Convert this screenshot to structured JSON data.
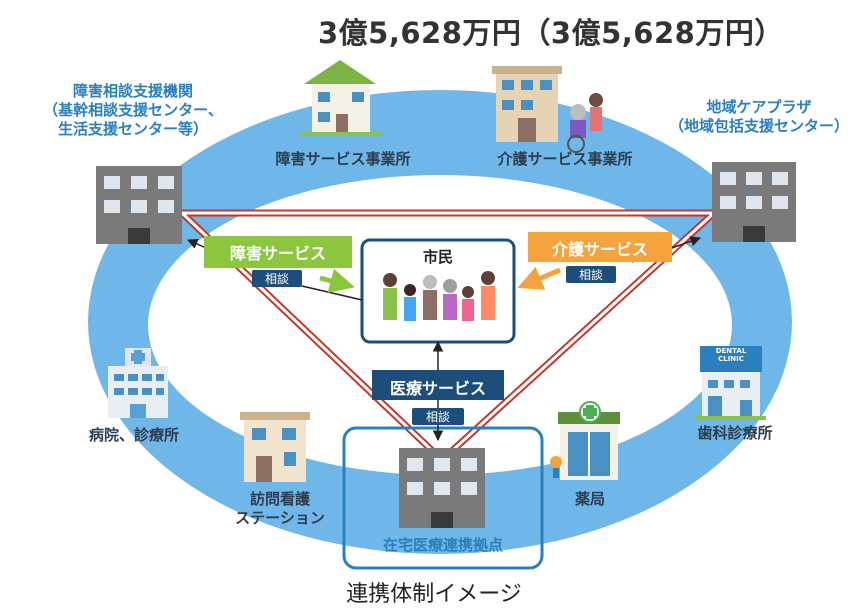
{
  "title": "3億5,628万円（3億5,628万円）",
  "caption": "連携体制イメージ",
  "center": {
    "label": "市民"
  },
  "nodes": {
    "disability_consult": {
      "lines": [
        "障害相談支援機関",
        "（基幹相談支援センター、",
        "生活支援センター等）"
      ]
    },
    "community_care": {
      "lines": [
        "地域ケアプラザ",
        "（地域包括支援センター）"
      ]
    },
    "disability_office": {
      "label": "障害サービス事業所"
    },
    "care_office": {
      "label": "介護サービス事業所"
    },
    "hospital": {
      "label": "病院、診療所"
    },
    "visiting_nursing": {
      "lines": [
        "訪問看護",
        "ステーション"
      ]
    },
    "home_medical_hub": {
      "label": "在宅医療連携拠点"
    },
    "pharmacy": {
      "label": "薬局"
    },
    "dental": {
      "label": "歯科診療所",
      "sign": [
        "DENTAL",
        "CLINIC"
      ]
    }
  },
  "services": {
    "disability": {
      "label": "障害サービス",
      "consult": "相談"
    },
    "care": {
      "label": "介護サービス",
      "consult": "相談"
    },
    "medical": {
      "label": "医療サービス",
      "consult": "相談"
    }
  },
  "colors": {
    "ring": "#6fb7e8",
    "inner": "#ffffff",
    "link_red": "#c0392b",
    "accent_blue": "#2a7fbf",
    "dark_navy": "#1d4d7a",
    "disability_green": "#8cc63f",
    "care_orange": "#f5a33d"
  }
}
